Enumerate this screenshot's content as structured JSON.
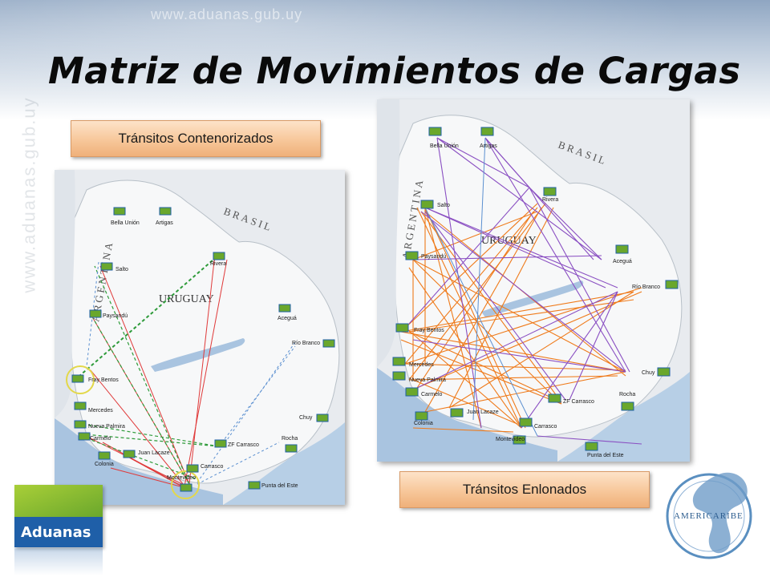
{
  "header": {
    "url": "www.aduanas.gub.uy",
    "title": "Matriz de Movimientos de Cargas"
  },
  "left_panel": {
    "caption": "Tránsitos Contenorizados",
    "country_label_west": "ARGENTINA",
    "country_label_east": "BRASIL",
    "country_label_center": "URUGUAY",
    "places": [
      "Bella Unión",
      "Artigas",
      "Salto",
      "Rivera",
      "Paysandú",
      "Aceguá",
      "Río Branco",
      "Fray Bentos",
      "Mercedes",
      "Nueva Palmira",
      "Carmelo",
      "Colonia",
      "Juan Lacaze",
      "ZF Carrasco",
      "Carrasco",
      "Montevideo",
      "Chuy",
      "Rocha",
      "Punta del Este"
    ]
  },
  "right_panel": {
    "caption": "Tránsitos Enlonados",
    "country_label_west": "ARGENTINA",
    "country_label_east": "BRASIL",
    "country_label_center": "URUGUAY",
    "places": [
      "Bella Unión",
      "Artigas",
      "Salto",
      "Rivera",
      "Paysandú",
      "Aceguá",
      "Río Branco",
      "Fray Bentos",
      "Mercedes",
      "Nueva Palmira",
      "Carmelo",
      "Colonia",
      "Juan Lacaze",
      "ZF Carrasco",
      "Carrasco",
      "Montevideo",
      "Chuy",
      "Rocha",
      "Punta del Este"
    ]
  },
  "logos": {
    "aduanas": "Aduanas",
    "americaribe": "AMERICARIBE"
  },
  "colors": {
    "contenorizado_red": "#e03a3a",
    "contenorizado_green": "#2e9b3a",
    "contenorizado_blue": "#5a8fd0",
    "enlonado_orange": "#ef7a1a",
    "enlonado_purple": "#8a4fc2",
    "caption_bg": "#f7c79a"
  }
}
